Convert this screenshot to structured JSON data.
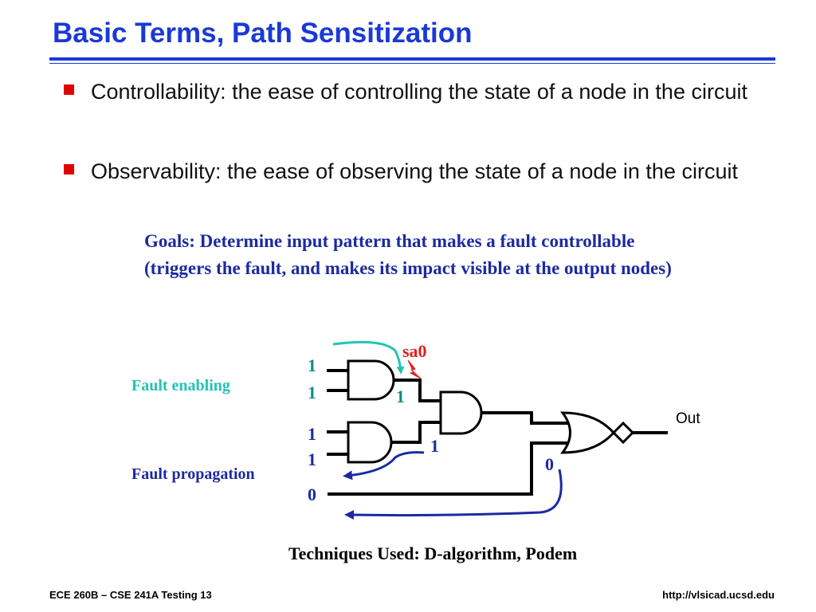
{
  "title": "Basic Terms, Path Sensitization",
  "bullets": [
    "Controllability: the ease of controlling the state of a node in the circuit",
    "Observability: the ease of observing the state of a node in the circuit"
  ],
  "goals": "Goals: Determine input pattern that makes a fault controllable (triggers the fault, and makes its impact visible at the output nodes)",
  "diagram": {
    "fault_label": "sa0",
    "fault_enabling": "Fault enabling",
    "fault_propagation": "Fault propagation",
    "out_label": "Out",
    "inputs": [
      "1",
      "1",
      "1",
      "1",
      "0"
    ],
    "and1_out": "1",
    "and2_out": "1",
    "and3_out": "0",
    "techniques": "Techniques Used: D-algorithm, Podem",
    "colors": {
      "enabling": "#22c4b4",
      "propagation": "#1c2aa0",
      "fault": "#e0201e",
      "title": "#1a39d8"
    }
  },
  "footer": {
    "left": "ECE 260B – CSE 241A Testing 13",
    "right": "http://vlsicad.ucsd.edu"
  }
}
